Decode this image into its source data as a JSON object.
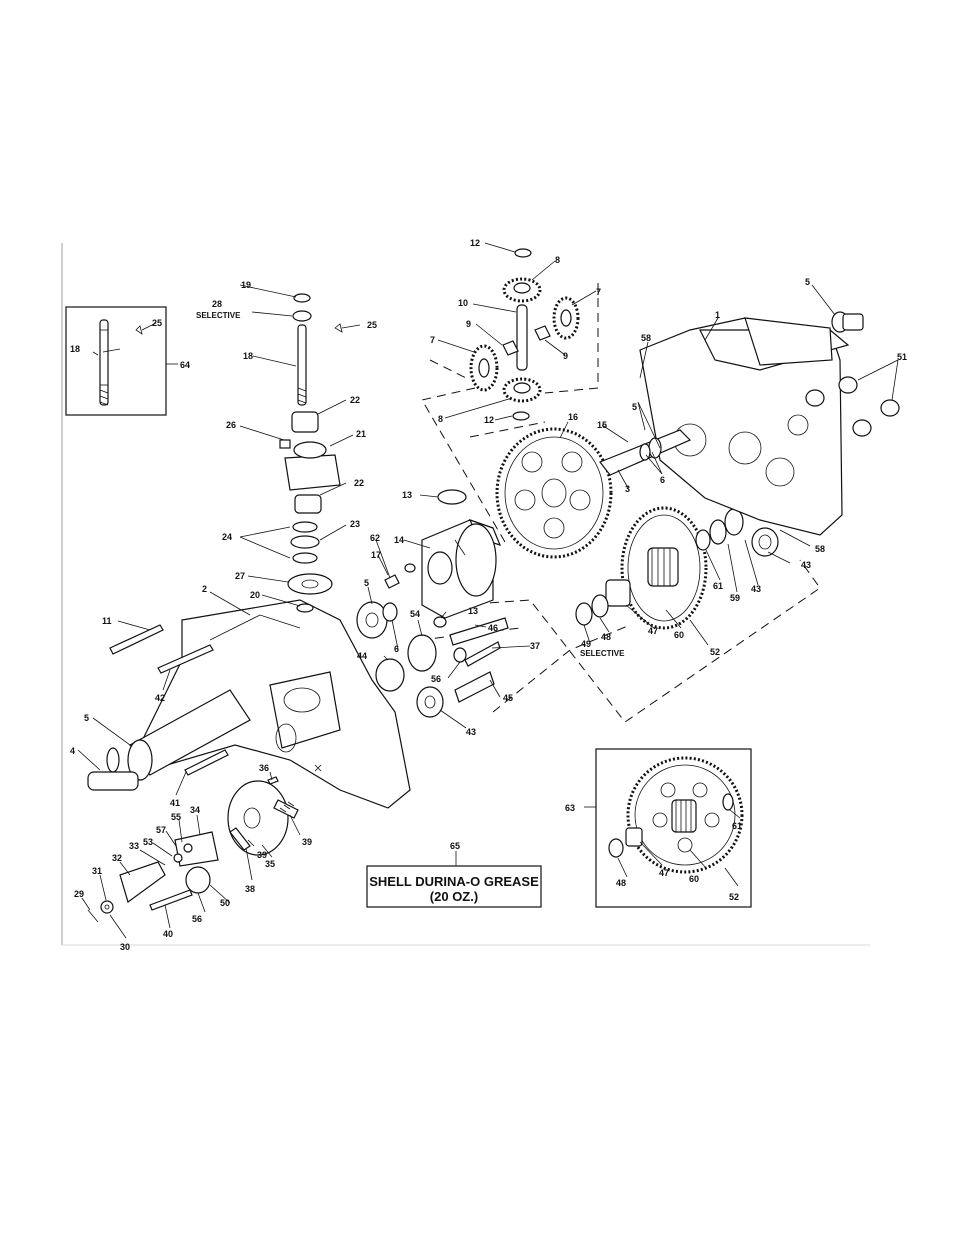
{
  "diagram": {
    "callouts": {
      "c1": "1",
      "c2": "2",
      "c3": "3",
      "c4": "4",
      "c5a": "5",
      "c5b": "5",
      "c5c": "5",
      "c5d": "5",
      "c6a": "6",
      "c6b": "6",
      "c7a": "7",
      "c7b": "7",
      "c8a": "8",
      "c8b": "8",
      "c9a": "9",
      "c9b": "9",
      "c10": "10",
      "c11": "11",
      "c12a": "12",
      "c12b": "12",
      "c13a": "13",
      "c13b": "13",
      "c14": "14",
      "c15": "15",
      "c16": "16",
      "c17": "17",
      "c18a": "18",
      "c18b": "18",
      "c19": "19",
      "c20": "20",
      "c21": "21",
      "c22a": "22",
      "c22b": "22",
      "c23": "23",
      "c24": "24",
      "c25a": "25",
      "c25b": "25",
      "c26": "26",
      "c27": "27",
      "c28": "28",
      "c29": "29",
      "c30": "30",
      "c31": "31",
      "c32": "32",
      "c33": "33",
      "c34": "34",
      "c35": "35",
      "c36": "36",
      "c37": "37",
      "c38": "38",
      "c39a": "39",
      "c39b": "39",
      "c40": "40",
      "c41": "41",
      "c42": "42",
      "c43a": "43",
      "c43b": "43",
      "c43c": "43",
      "c44": "44",
      "c45": "45",
      "c46": "46",
      "c47a": "47",
      "c47b": "47",
      "c48a": "48",
      "c48b": "48",
      "c49": "49",
      "c50": "50",
      "c51": "51",
      "c52a": "52",
      "c52b": "52",
      "c53": "53",
      "c54": "54",
      "c55": "55",
      "c56a": "56",
      "c56b": "56",
      "c57": "57",
      "c58a": "58",
      "c58b": "58",
      "c59": "59",
      "c60a": "60",
      "c60b": "60",
      "c61a": "61",
      "c61b": "61",
      "c62": "62",
      "c63": "63",
      "c64": "64",
      "c65": "65"
    },
    "selective_note_28": "SELECTIVE",
    "selective_note_49": "SELECTIVE",
    "grease_box": {
      "line1": "SHELL DURINA-O GREASE",
      "line2": "(20 OZ.)"
    }
  }
}
